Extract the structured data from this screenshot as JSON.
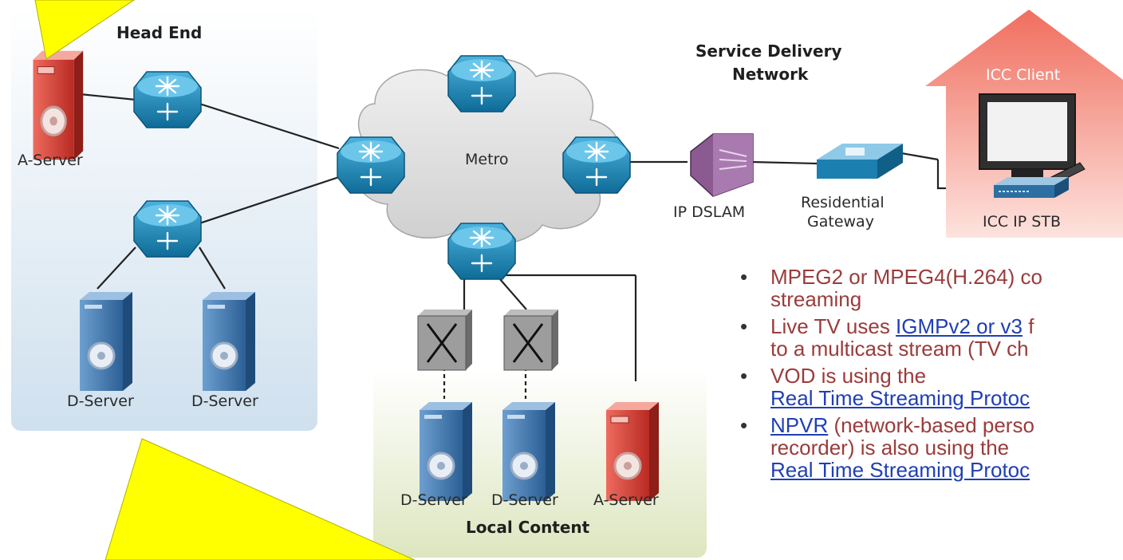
{
  "diagram": {
    "head_end_title": "Head End",
    "service_delivery_title_line1": "Service Delivery",
    "service_delivery_title_line2": "Network",
    "metro_label": "Metro",
    "a_server_label": "A-Server",
    "d_server_label_1": "D-Server",
    "d_server_label_2": "D-Server",
    "ip_dslam_label": "IP DSLAM",
    "residential_gateway_line1": "Residential",
    "residential_gateway_line2": "Gateway",
    "icc_client_label": "ICC Client",
    "icc_ip_stb_label": "ICC IP STB",
    "local_content_title": "Local Content",
    "local_d_server_1": "D-Server",
    "local_d_server_2": "D-Server",
    "local_a_server": "A-Server"
  },
  "bullets": [
    {
      "parts": [
        {
          "text": "MPEG2 or MPEG4(H.264) co"
        },
        {
          "text": "streaming",
          "newline": true
        }
      ]
    },
    {
      "parts": [
        {
          "text": "Live TV uses "
        },
        {
          "text": "IGMPv2 or v3",
          "link": true
        },
        {
          "text": " f"
        },
        {
          "text": "to a multicast stream (TV ch",
          "newline": true
        }
      ]
    },
    {
      "parts": [
        {
          "text": "VOD is using the"
        },
        {
          "text": "Real Time Streaming Protoc",
          "link": true,
          "newline": true
        }
      ]
    },
    {
      "parts": [
        {
          "text": "NPVR",
          "link": true
        },
        {
          "text": " (network-based perso"
        },
        {
          "text": "recorder) is also using the",
          "newline": true
        },
        {
          "text": "Real Time Streaming Protoc",
          "link": true,
          "newline": true
        }
      ]
    }
  ],
  "colors": {
    "bullet_text": "#9b3b3b",
    "link": "#1f3fb5",
    "router": "#1b7fb0",
    "server_red": "#d9362d",
    "server_blue": "#2f6fa6",
    "house": "#f28b7a",
    "highlight": "#ffff00"
  }
}
